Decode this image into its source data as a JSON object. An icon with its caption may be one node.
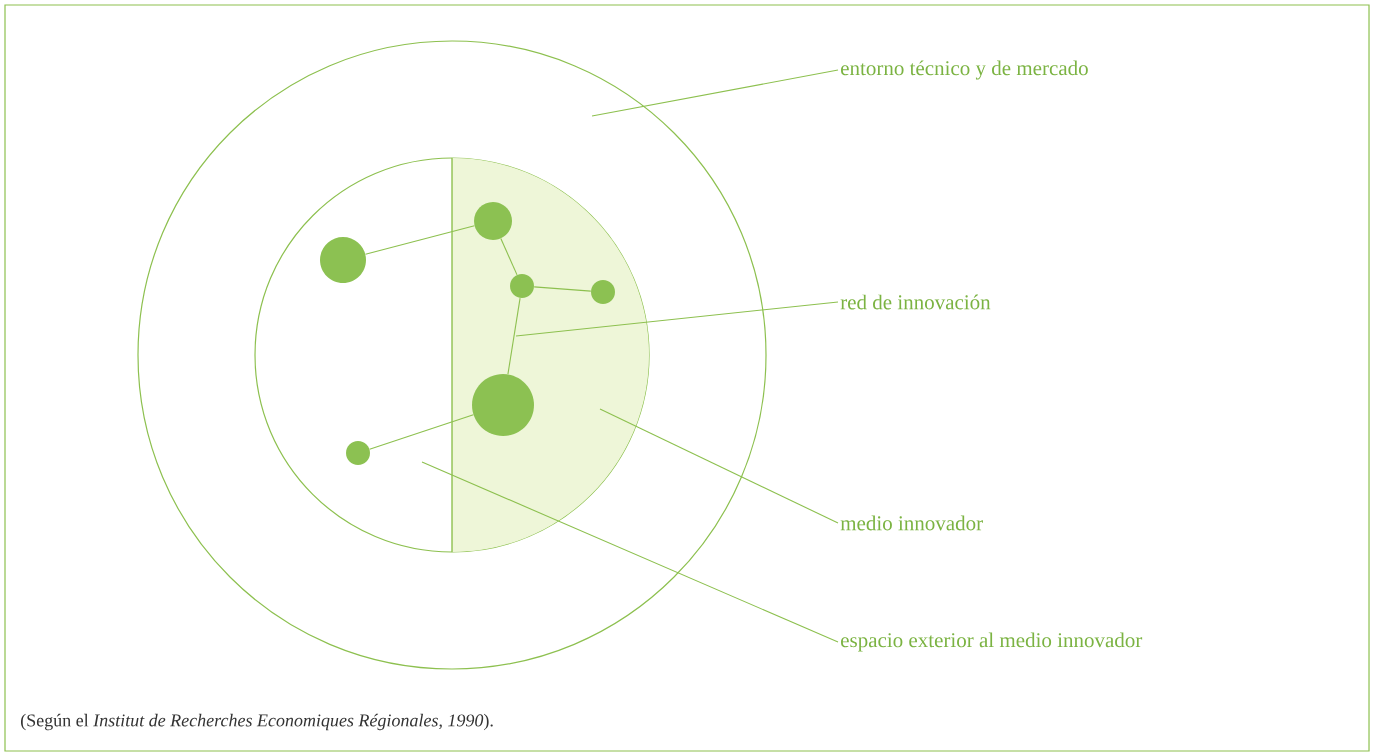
{
  "diagram": {
    "caption": "(Según el *Institut de Recherches Economiques Régionales, 1990*).",
    "nodes": [
      {
        "text": [],
        "shape": "circle"
      },
      {
        "text": [],
        "shape": "circle",
        "in": 0
      },
      {
        "text": [],
        "shape": "semicircle",
        "in": 1
      },
      {
        "text": [],
        "shape": "circle",
        "in": 2
      },
      {
        "text": [],
        "shape": "circle",
        "in": 1
      },
      {
        "text": [],
        "shape": "circle",
        "in": 2
      },
      {
        "text": [],
        "shape": "circle",
        "in": 2
      },
      {
        "text": [],
        "shape": "circle",
        "in": 2
      },
      {
        "text": [],
        "shape": "circle",
        "in": 1
      },
      {
        "text": [
          "entorno técnico y de mercado"
        ]
      },
      {
        "text": [
          "red de innovación"
        ]
      },
      {
        "text": [
          "medio innovador"
        ]
      },
      {
        "text": [
          "espacio exterior al medio innovador"
        ]
      }
    ],
    "edges": [
      {
        "from": 4,
        "to": 3,
        "arrow": "none"
      },
      {
        "from": 3,
        "to": 5,
        "arrow": "none"
      },
      {
        "from": 5,
        "to": 6,
        "arrow": "none"
      },
      {
        "from": 5,
        "to": 7,
        "arrow": "none"
      },
      {
        "from": 7,
        "to": 8,
        "arrow": "none"
      },
      {
        "from": 9,
        "to": 0,
        "arrow": "none"
      },
      {
        "from": 10,
        "to": null,
        "arrow": "none"
      },
      {
        "from": 11,
        "to": 2,
        "arrow": "none"
      },
      {
        "from": 12,
        "to": 1,
        "arrow": "none"
      }
    ]
  }
}
